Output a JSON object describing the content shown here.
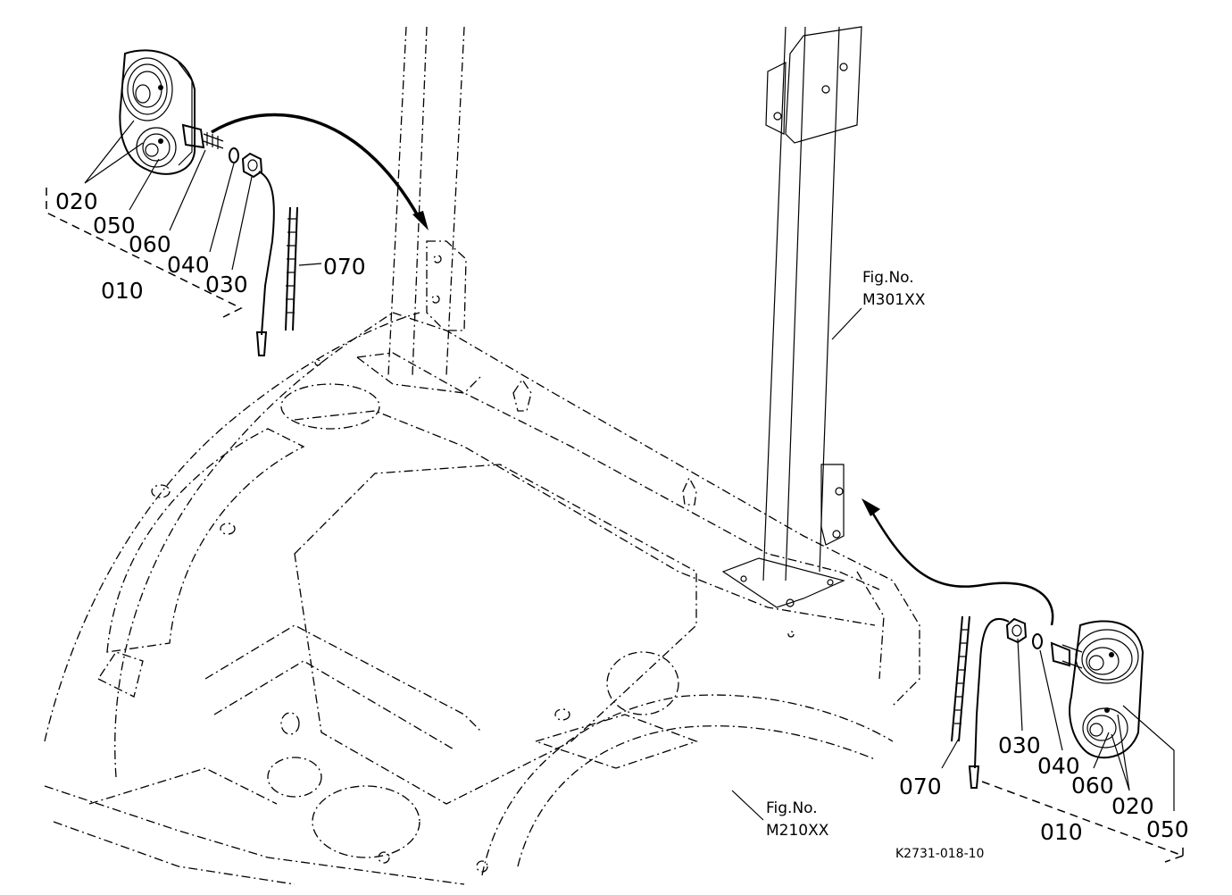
{
  "diagram": {
    "figure_code": "K2731-018-10",
    "references": [
      {
        "id": "ref-m301",
        "line1": "Fig.No.",
        "line2": "M301XX"
      },
      {
        "id": "ref-m210",
        "line1": "Fig.No.",
        "line2": "M210XX"
      }
    ],
    "left_assembly": {
      "labels": {
        "p020": "020",
        "p050": "050",
        "p060": "060",
        "p040": "040",
        "p030": "030",
        "p010": "010",
        "p070": "070"
      }
    },
    "right_assembly": {
      "labels": {
        "p030": "030",
        "p040": "040",
        "p060": "060",
        "p020": "020",
        "p050": "050",
        "p010": "010",
        "p070": "070"
      }
    }
  }
}
